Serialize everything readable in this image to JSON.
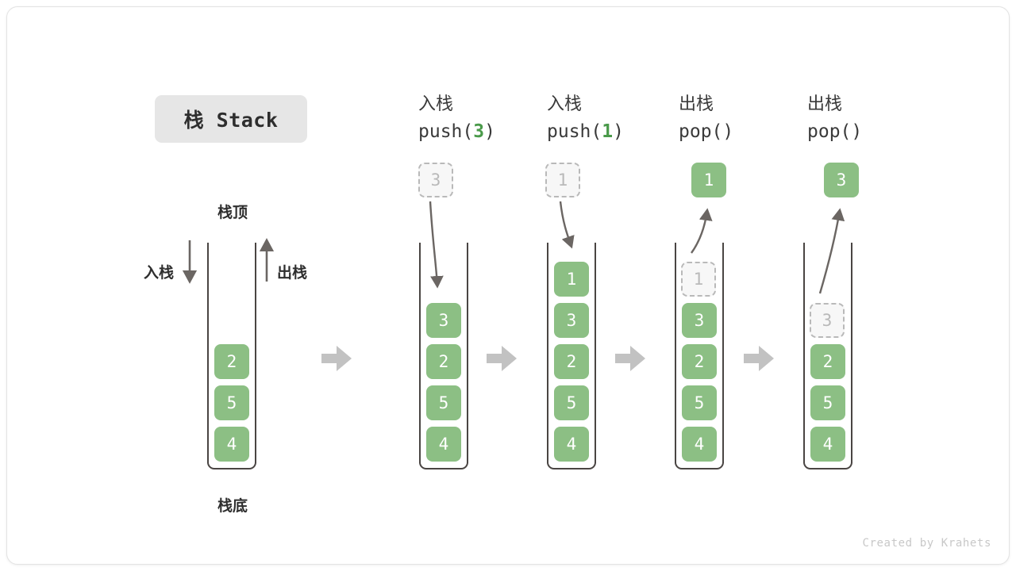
{
  "title_badge": {
    "text": "栈 Stack"
  },
  "annotations": {
    "top": "栈顶",
    "bottom": "栈底",
    "push_side": "入栈",
    "pop_side": "出栈"
  },
  "footer": {
    "credit": "Created by Krahets"
  },
  "colors": {
    "cell_green": "#8cbf84",
    "cell_text": "#ffffff",
    "ghost_fill": "#f7f7f7",
    "ghost_border": "#b9b9b9",
    "ghost_text": "#b9b9b9",
    "wall": "#4a4543",
    "arrow": "#6b6663",
    "separator": "#c2c2c2",
    "badge_bg": "#e6e6e6",
    "code_number": "#4a9a4a"
  },
  "columns": [
    {
      "id": "initial",
      "header_cn": "",
      "header_code": "",
      "header_arg": "",
      "cells": [
        "2",
        "5",
        "4"
      ],
      "floating": null
    },
    {
      "id": "push-3",
      "header_cn": "入栈",
      "code_prefix": "push(",
      "header_arg": "3",
      "code_suffix": ")",
      "cells": [
        "3",
        "2",
        "5",
        "4"
      ],
      "floating": {
        "value": "3",
        "style": "ghost",
        "direction": "in"
      }
    },
    {
      "id": "push-1",
      "header_cn": "入栈",
      "code_prefix": "push(",
      "header_arg": "1",
      "code_suffix": ")",
      "cells": [
        "1",
        "3",
        "2",
        "5",
        "4"
      ],
      "floating": {
        "value": "1",
        "style": "ghost",
        "direction": "in"
      }
    },
    {
      "id": "pop-1",
      "header_cn": "出栈",
      "code_prefix": "pop(",
      "header_arg": "",
      "code_suffix": ")",
      "cells": [
        "1",
        "3",
        "2",
        "5",
        "4"
      ],
      "ghost_index": 0,
      "floating": {
        "value": "1",
        "style": "solid",
        "direction": "out"
      }
    },
    {
      "id": "pop-3",
      "header_cn": "出栈",
      "code_prefix": "pop(",
      "header_arg": "",
      "code_suffix": ")",
      "cells": [
        "3",
        "2",
        "5",
        "4"
      ],
      "ghost_index": 0,
      "floating": {
        "value": "3",
        "style": "solid",
        "direction": "out"
      }
    }
  ]
}
